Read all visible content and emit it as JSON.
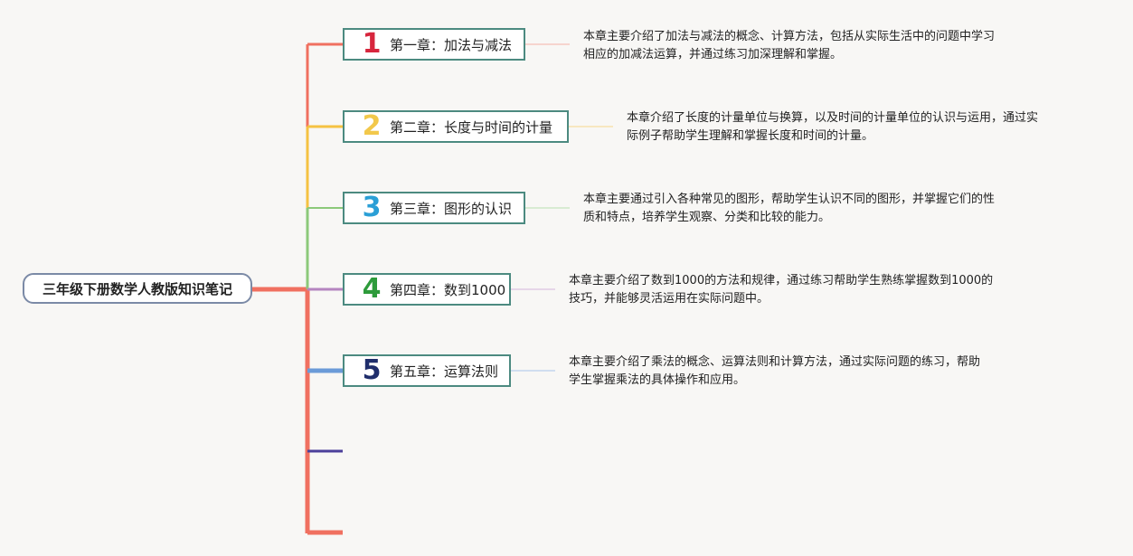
{
  "root": {
    "title": "三年级下册数学人教版知识笔记"
  },
  "chapters": [
    {
      "number": "1",
      "number_color": "#d7263d",
      "line_color": "#f08080",
      "title": "第一章：加法与减法",
      "desc_line1": "本章主要介绍了加法与减法的概念、计算方法，包括从实际生活中的问题中学习",
      "desc_line2": "相应的加减法运算，并通过练习加深理解和掌握。"
    },
    {
      "number": "2",
      "number_color": "#f2c84b",
      "line_color": "#f5c242",
      "title": "第二章：长度与时间的计量",
      "desc_line1": "本章介绍了长度的计量单位与换算，以及时间的计量单位的认识与运用，通过实",
      "desc_line2": "际例子帮助学生理解和掌握长度和时间的计量。"
    },
    {
      "number": "3",
      "number_color": "#2a9fd6",
      "line_color": "#8cc97a",
      "title": "第三章：图形的认识",
      "desc_line1": "本章主要通过引入各种常见的图形，帮助学生认识不同的图形，并掌握它们的性",
      "desc_line2": "质和特点，培养学生观察、分类和比较的能力。"
    },
    {
      "number": "4",
      "number_color": "#2e9b3b",
      "line_color": "#b585c0",
      "title": "第四章：数到1000",
      "desc_line1": "本章主要介绍了数到1000的方法和规律，通过练习帮助学生熟练掌握数到1000的",
      "desc_line2": "技巧，并能够灵活运用在实际问题中。"
    },
    {
      "number": "5",
      "number_color": "#1f2d6b",
      "line_color": "#6b9bd8",
      "title": "第五章：运算法则",
      "desc_line1": "本章主要介绍了乘法的概念、运算法则和计算方法，通过实际问题的练习，帮助",
      "desc_line2": "学生掌握乘法的具体操作和应用。"
    }
  ],
  "colors": {
    "trunk": "#f07060",
    "stub_purple": "#4b3f9a",
    "node_border": "#4c8a80",
    "root_border": "#7b8aa6"
  }
}
